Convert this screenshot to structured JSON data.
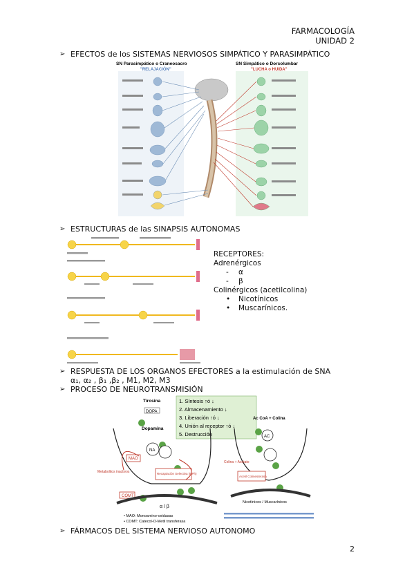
{
  "header": {
    "subject": "FARMACOLOGÍA",
    "unit": "UNIDAD 2"
  },
  "sections": {
    "s1": "EFECTOS de los SISTEMAS NERVIOSOS SIMPÁTICO Y PARASIMPÁTICO",
    "s2": "ESTRUCTURAS de las SINAPSIS AUTONOMAS",
    "s3": "RESPUESTA DE LOS ORGANOS EFECTORES a la estimulación de SNA",
    "s3_line2": "α₁, α₂ , β₁ ,β₂ , M1, M2, M3",
    "s4": "PROCESO DE NEUROTRANSMISIÓN",
    "s5": "FÁRMACOS DEL SISTEMA NERVIOSO AUTONOMO"
  },
  "fig1": {
    "left_title": "SN Parasimpático o Craneosacro",
    "left_sub": "\"RELAJACIÓN\"",
    "right_title": "SN Simpático o Dorsolumbar",
    "right_sub": "\"LUCHA o HUIDA\""
  },
  "receptors": {
    "title": "RECEPTORES:",
    "adrenergic": "Adrenérgicos",
    "alpha": "α",
    "beta": "β",
    "cholinergic": "Colinérgicos (acetilcolina)",
    "nicotinic": "Nicotínicos",
    "muscarinic": "Muscarínicos."
  },
  "fig3": {
    "steps": [
      "1. Síntesis ↑ó ↓",
      "2. Almacenamiento ↓",
      "3. Liberación ↑ó ↓",
      "4. Unión al receptor ↑ó ↓",
      "5. Destrucción"
    ],
    "tyrosine": "Tirosina",
    "dopa": "DOPA",
    "dopamine": "Dopamina",
    "na": "NA",
    "mao": "MAO",
    "comt": "COMT",
    "recapture": "Recaptación Selectiva (NPh)",
    "metabolites": "Metabolitos inactivos",
    "alpha_beta": "α / β",
    "acoa": "Ac CoA + Colina",
    "ac": "AC",
    "choline": "Colina + Acetato",
    "ache": "Acetil Colinesterasa",
    "nic_musc": "Nicotínicos / Muscarínicos",
    "legend_mao": "• MAO: Monoamino-oxidasas",
    "legend_comt": "• COMT: Catecol-O-Metil transferasa"
  },
  "page_number": "2"
}
